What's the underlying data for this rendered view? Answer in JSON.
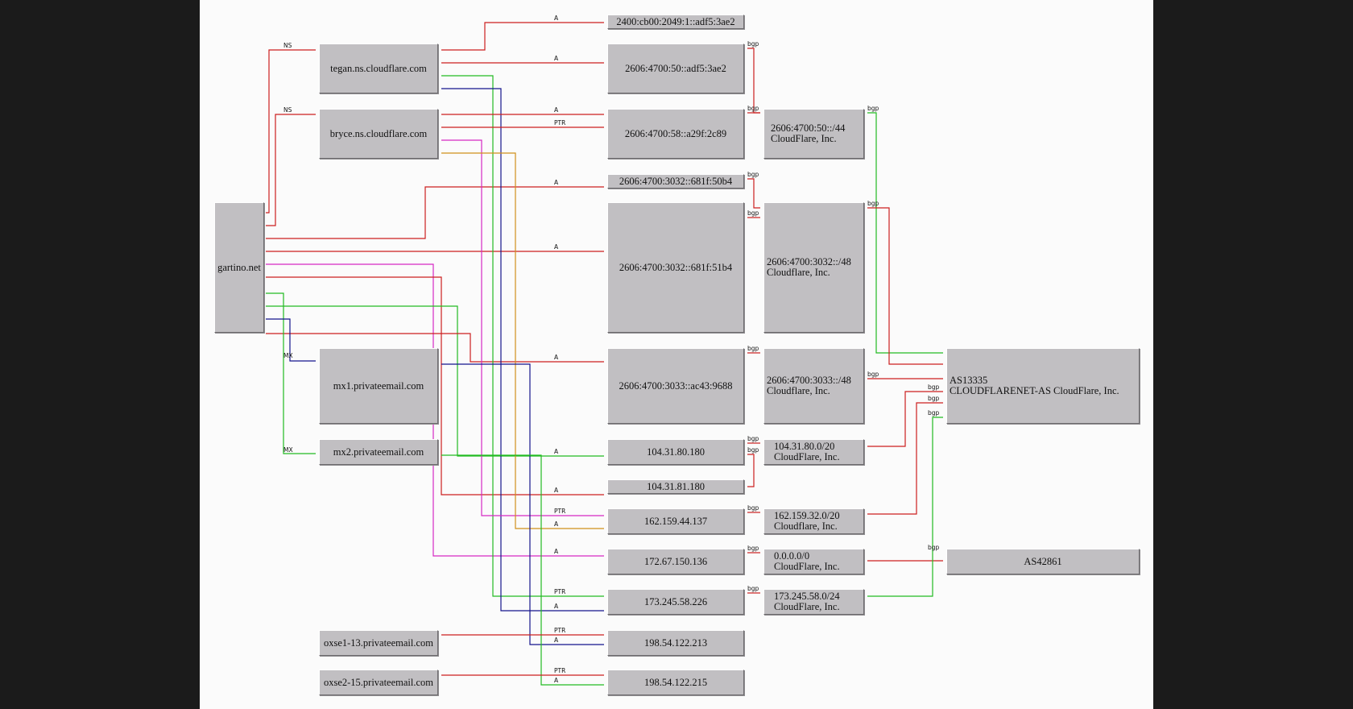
{
  "nodes": {
    "gartino": "gartino.net",
    "tegan": "tegan.ns.cloudflare.com",
    "bryce": "bryce.ns.cloudflare.com",
    "mx1": "mx1.privateemail.com",
    "mx2": "mx2.privateemail.com",
    "oxse1": "oxse1-13.privateemail.com",
    "oxse2": "oxse2-15.privateemail.com",
    "ip_2400": "2400:cb00:2049:1::adf5:3ae2",
    "ip_2606_50": "2606:4700:50::adf5:3ae2",
    "ip_2606_58": "2606:4700:58::a29f:2c89",
    "ip_3032_4": "2606:4700:3032::681f:50b4",
    "ip_3032_5": "2606:4700:3032::681f:51b4",
    "ip_3033": "2606:4700:3033::ac43:9688",
    "ip_104_80": "104.31.80.180",
    "ip_104_81": "104.31.81.180",
    "ip_162": "162.159.44.137",
    "ip_172": "172.67.150.136",
    "ip_173": "173.245.58.226",
    "ip_198_213": "198.54.122.213",
    "ip_198_215": "198.54.122.215",
    "net_50_line1": "2606:4700:50::/44",
    "net_50_line2": "CloudFlare, Inc.",
    "net_3032_line1": "2606:4700:3032::/48",
    "net_3032_line2": "Cloudflare, Inc.",
    "net_3033_line1": "2606:4700:3033::/48",
    "net_3033_line2": "Cloudflare, Inc.",
    "net_104_line1": "104.31.80.0/20",
    "net_104_line2": "CloudFlare, Inc.",
    "net_162_line1": "162.159.32.0/20",
    "net_162_line2": "Cloudflare, Inc.",
    "net_000_line1": "0.0.0.0/0",
    "net_000_line2": "CloudFlare, Inc.",
    "net_173_line1": "173.245.58.0/24",
    "net_173_line2": "CloudFlare, Inc.",
    "as13335_line1": "AS13335",
    "as13335_line2": "CLOUDFLARENET-AS CloudFlare, Inc.",
    "as42861": "AS42861"
  },
  "edge_labels": {
    "ns": "NS",
    "a": "A",
    "mx": "MX",
    "ptr": "PTR",
    "bgp": "bgp"
  },
  "colors": {
    "red": "#cc1f1f",
    "green": "#22bb22",
    "blue": "#14148c",
    "magenta": "#d628c4",
    "orange": "#d0901a",
    "node_fill": "#c1bfc2"
  }
}
